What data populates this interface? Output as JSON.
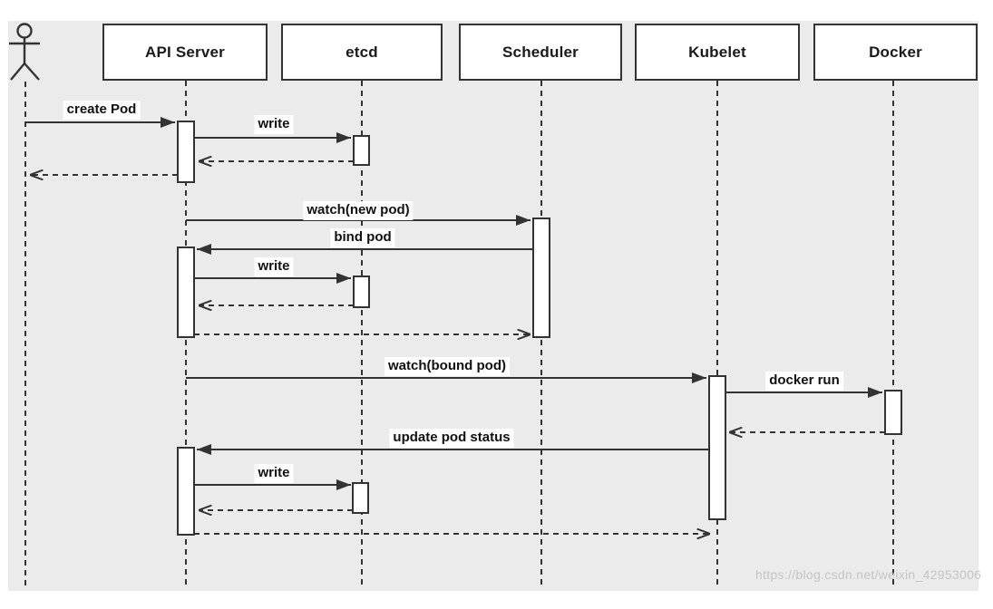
{
  "diagram": {
    "kind": "uml-sequence-diagram",
    "subject": "Kubernetes pod creation flow"
  },
  "actor": {
    "icon": "stick-figure-actor",
    "label": ""
  },
  "participants": [
    {
      "id": "api-server",
      "label": "API Server"
    },
    {
      "id": "etcd",
      "label": "etcd"
    },
    {
      "id": "scheduler",
      "label": "Scheduler"
    },
    {
      "id": "kubelet",
      "label": "Kubelet"
    },
    {
      "id": "docker",
      "label": "Docker"
    }
  ],
  "messages": [
    {
      "label": "create Pod",
      "from": "user",
      "to": "api-server",
      "kind": "call"
    },
    {
      "label": "write",
      "from": "api-server",
      "to": "etcd",
      "kind": "call"
    },
    {
      "label": "",
      "from": "etcd",
      "to": "api-server",
      "kind": "return"
    },
    {
      "label": "",
      "from": "api-server",
      "to": "user",
      "kind": "return"
    },
    {
      "label": "watch(new pod)",
      "from": "api-server",
      "to": "scheduler",
      "kind": "call"
    },
    {
      "label": "bind pod",
      "from": "scheduler",
      "to": "api-server",
      "kind": "call"
    },
    {
      "label": "write",
      "from": "api-server",
      "to": "etcd",
      "kind": "call"
    },
    {
      "label": "",
      "from": "etcd",
      "to": "api-server",
      "kind": "return"
    },
    {
      "label": "",
      "from": "api-server",
      "to": "scheduler",
      "kind": "return"
    },
    {
      "label": "watch(bound pod)",
      "from": "api-server",
      "to": "kubelet",
      "kind": "call"
    },
    {
      "label": "docker run",
      "from": "kubelet",
      "to": "docker",
      "kind": "call"
    },
    {
      "label": "",
      "from": "docker",
      "to": "kubelet",
      "kind": "return"
    },
    {
      "label": "update pod status",
      "from": "kubelet",
      "to": "api-server",
      "kind": "call"
    },
    {
      "label": "write",
      "from": "api-server",
      "to": "etcd",
      "kind": "call"
    },
    {
      "label": "",
      "from": "etcd",
      "to": "api-server",
      "kind": "return"
    },
    {
      "label": "",
      "from": "api-server",
      "to": "kubelet",
      "kind": "return"
    }
  ],
  "watermark": {
    "text": "https://blog.csdn.net/weixin_42953006"
  },
  "colors": {
    "canvas_background": "#ebebeb",
    "page_background": "#ffffff",
    "line": "#333333",
    "box_fill": "#ffffff",
    "watermark_text": "#c3c3c3"
  }
}
